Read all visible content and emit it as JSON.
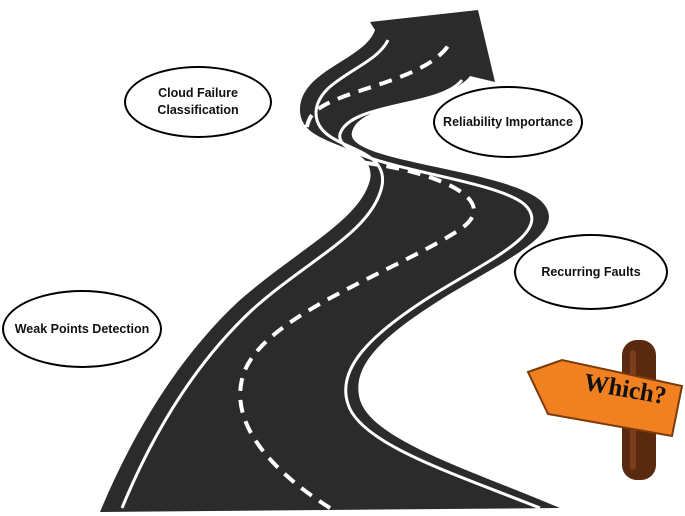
{
  "bubbles": {
    "cloud_failure": [
      "Cloud Failure",
      "Classification"
    ],
    "reliability": [
      "Reliability Importance"
    ],
    "recurring": [
      "Recurring Faults"
    ],
    "weak_points": [
      "Weak Points Detection"
    ]
  },
  "signpost": {
    "label": "Which?"
  },
  "colors": {
    "road": "#2b2b2b",
    "lane": "#ffffff",
    "sign": "#f08020",
    "post": "#5a2a10"
  }
}
